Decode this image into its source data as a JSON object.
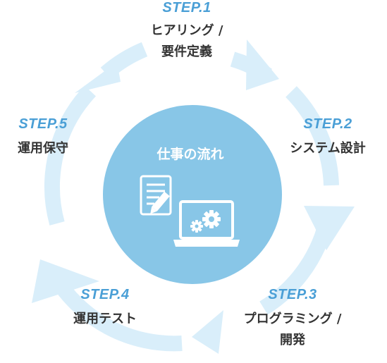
{
  "center": {
    "title": "仕事の流れ",
    "icons": [
      "document-pen-icon",
      "laptop-gears-icon"
    ]
  },
  "steps": [
    {
      "label": "STEP.1",
      "name": "ヒアリング /\n要件定義"
    },
    {
      "label": "STEP.2",
      "name": "システム設計"
    },
    {
      "label": "STEP.3",
      "name": "プログラミング /\n開発"
    },
    {
      "label": "STEP.4",
      "name": "運用テスト"
    },
    {
      "label": "STEP.5",
      "name": "運用保守"
    }
  ],
  "colors": {
    "circle_fill": "#88c6e7",
    "ring": "#d9eefa",
    "step_label": "#4a9fd6",
    "text": "#333333",
    "white": "#ffffff"
  }
}
